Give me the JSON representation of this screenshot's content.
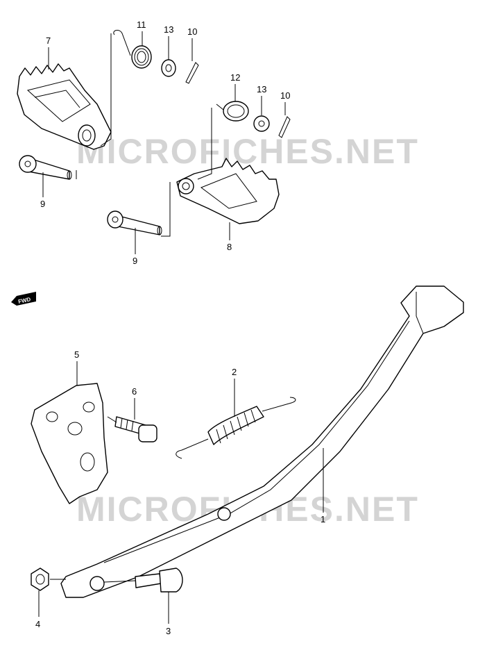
{
  "watermark": "MICROFICHES.NET",
  "fwd_label": "FWD",
  "callouts": [
    "7",
    "11",
    "13",
    "10",
    "12",
    "13",
    "10",
    "9",
    "9",
    "8",
    "5",
    "6",
    "2",
    "1",
    "4",
    "3"
  ]
}
